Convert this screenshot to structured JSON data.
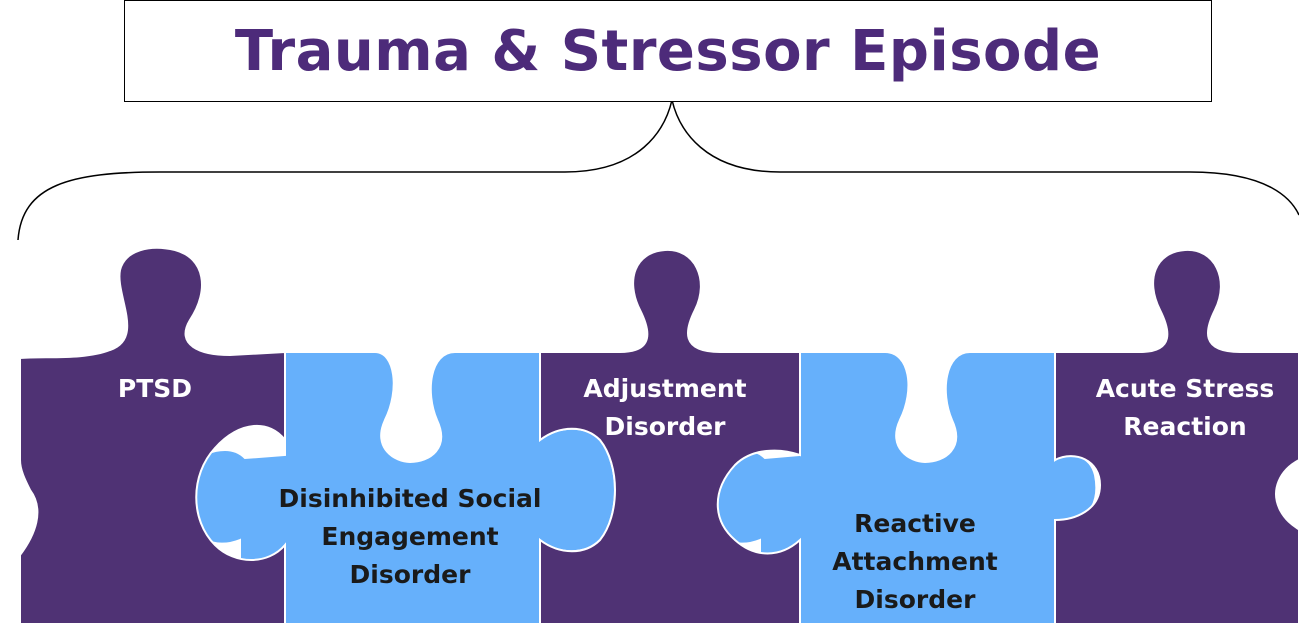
{
  "title": "Trauma & Stressor Episode",
  "pieces": [
    {
      "label": "PTSD",
      "color": "#4f3274"
    },
    {
      "label": "Disinhibited Social\nEngagement\nDisorder",
      "color": "#66b0fb"
    },
    {
      "label": "Adjustment\nDisorder",
      "color": "#4f3274"
    },
    {
      "label": "Reactive\nAttachment\nDisorder",
      "color": "#66b0fb"
    },
    {
      "label": "Acute Stress\nReaction",
      "color": "#4f3274"
    }
  ],
  "colors": {
    "title": "#4d2b7a",
    "dark_piece": "#4f3274",
    "light_piece": "#66b0fb"
  }
}
